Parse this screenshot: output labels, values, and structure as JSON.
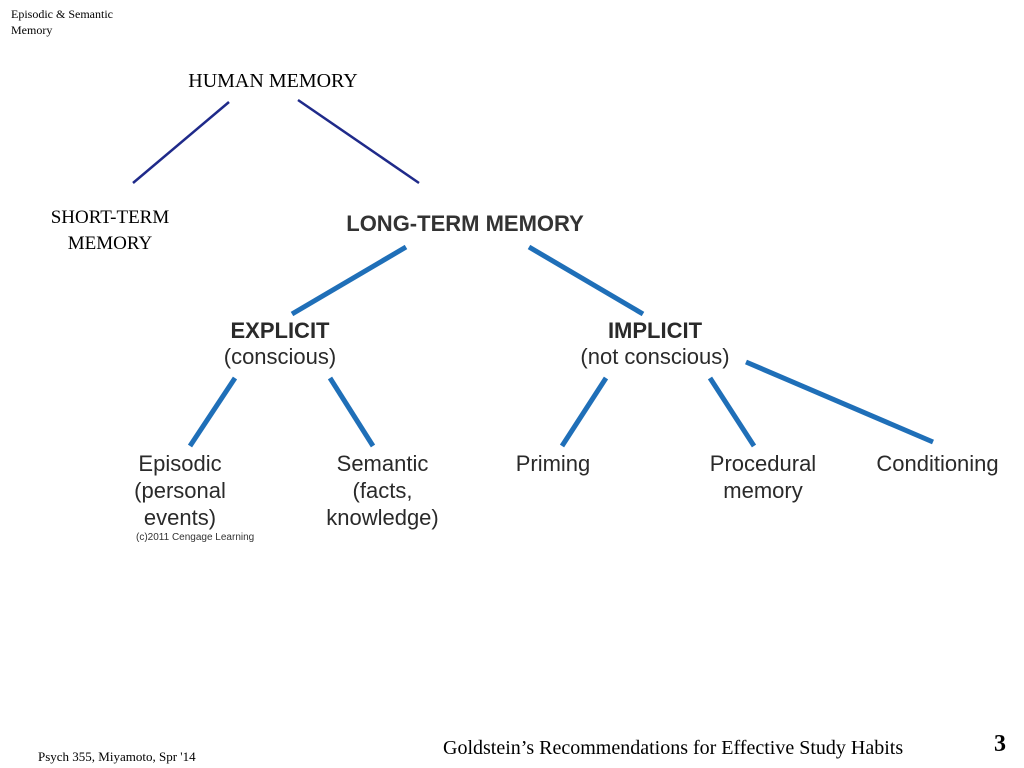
{
  "header": {
    "title_line1": "Episodic & Semantic",
    "title_line2": "Memory"
  },
  "diagram": {
    "root": "HUMAN MEMORY",
    "short_term_line1": "SHORT-TERM",
    "short_term_line2": "MEMORY",
    "long_term": "LONG-TERM MEMORY",
    "explicit": {
      "title": "EXPLICIT",
      "subtitle": "(conscious)"
    },
    "implicit": {
      "title": "IMPLICIT",
      "subtitle": "(not conscious)"
    },
    "leaves": {
      "episodic": [
        "Episodic",
        "(personal",
        "events)"
      ],
      "semantic": [
        "Semantic",
        "(facts,",
        "knowledge)"
      ],
      "priming": [
        "Priming"
      ],
      "procedural": [
        "Procedural",
        "memory"
      ],
      "conditioning": [
        "Conditioning"
      ]
    },
    "credit": "(c)2011 Cengage Learning",
    "colors": {
      "top_lines": "#1f2a8a",
      "tree_lines": "#1f6fb8"
    }
  },
  "footer": {
    "course": "Psych 355, Miyamoto, Spr '14",
    "title": "Goldstein’s Recommendations for Effective Study Habits",
    "slide_number": "3"
  }
}
